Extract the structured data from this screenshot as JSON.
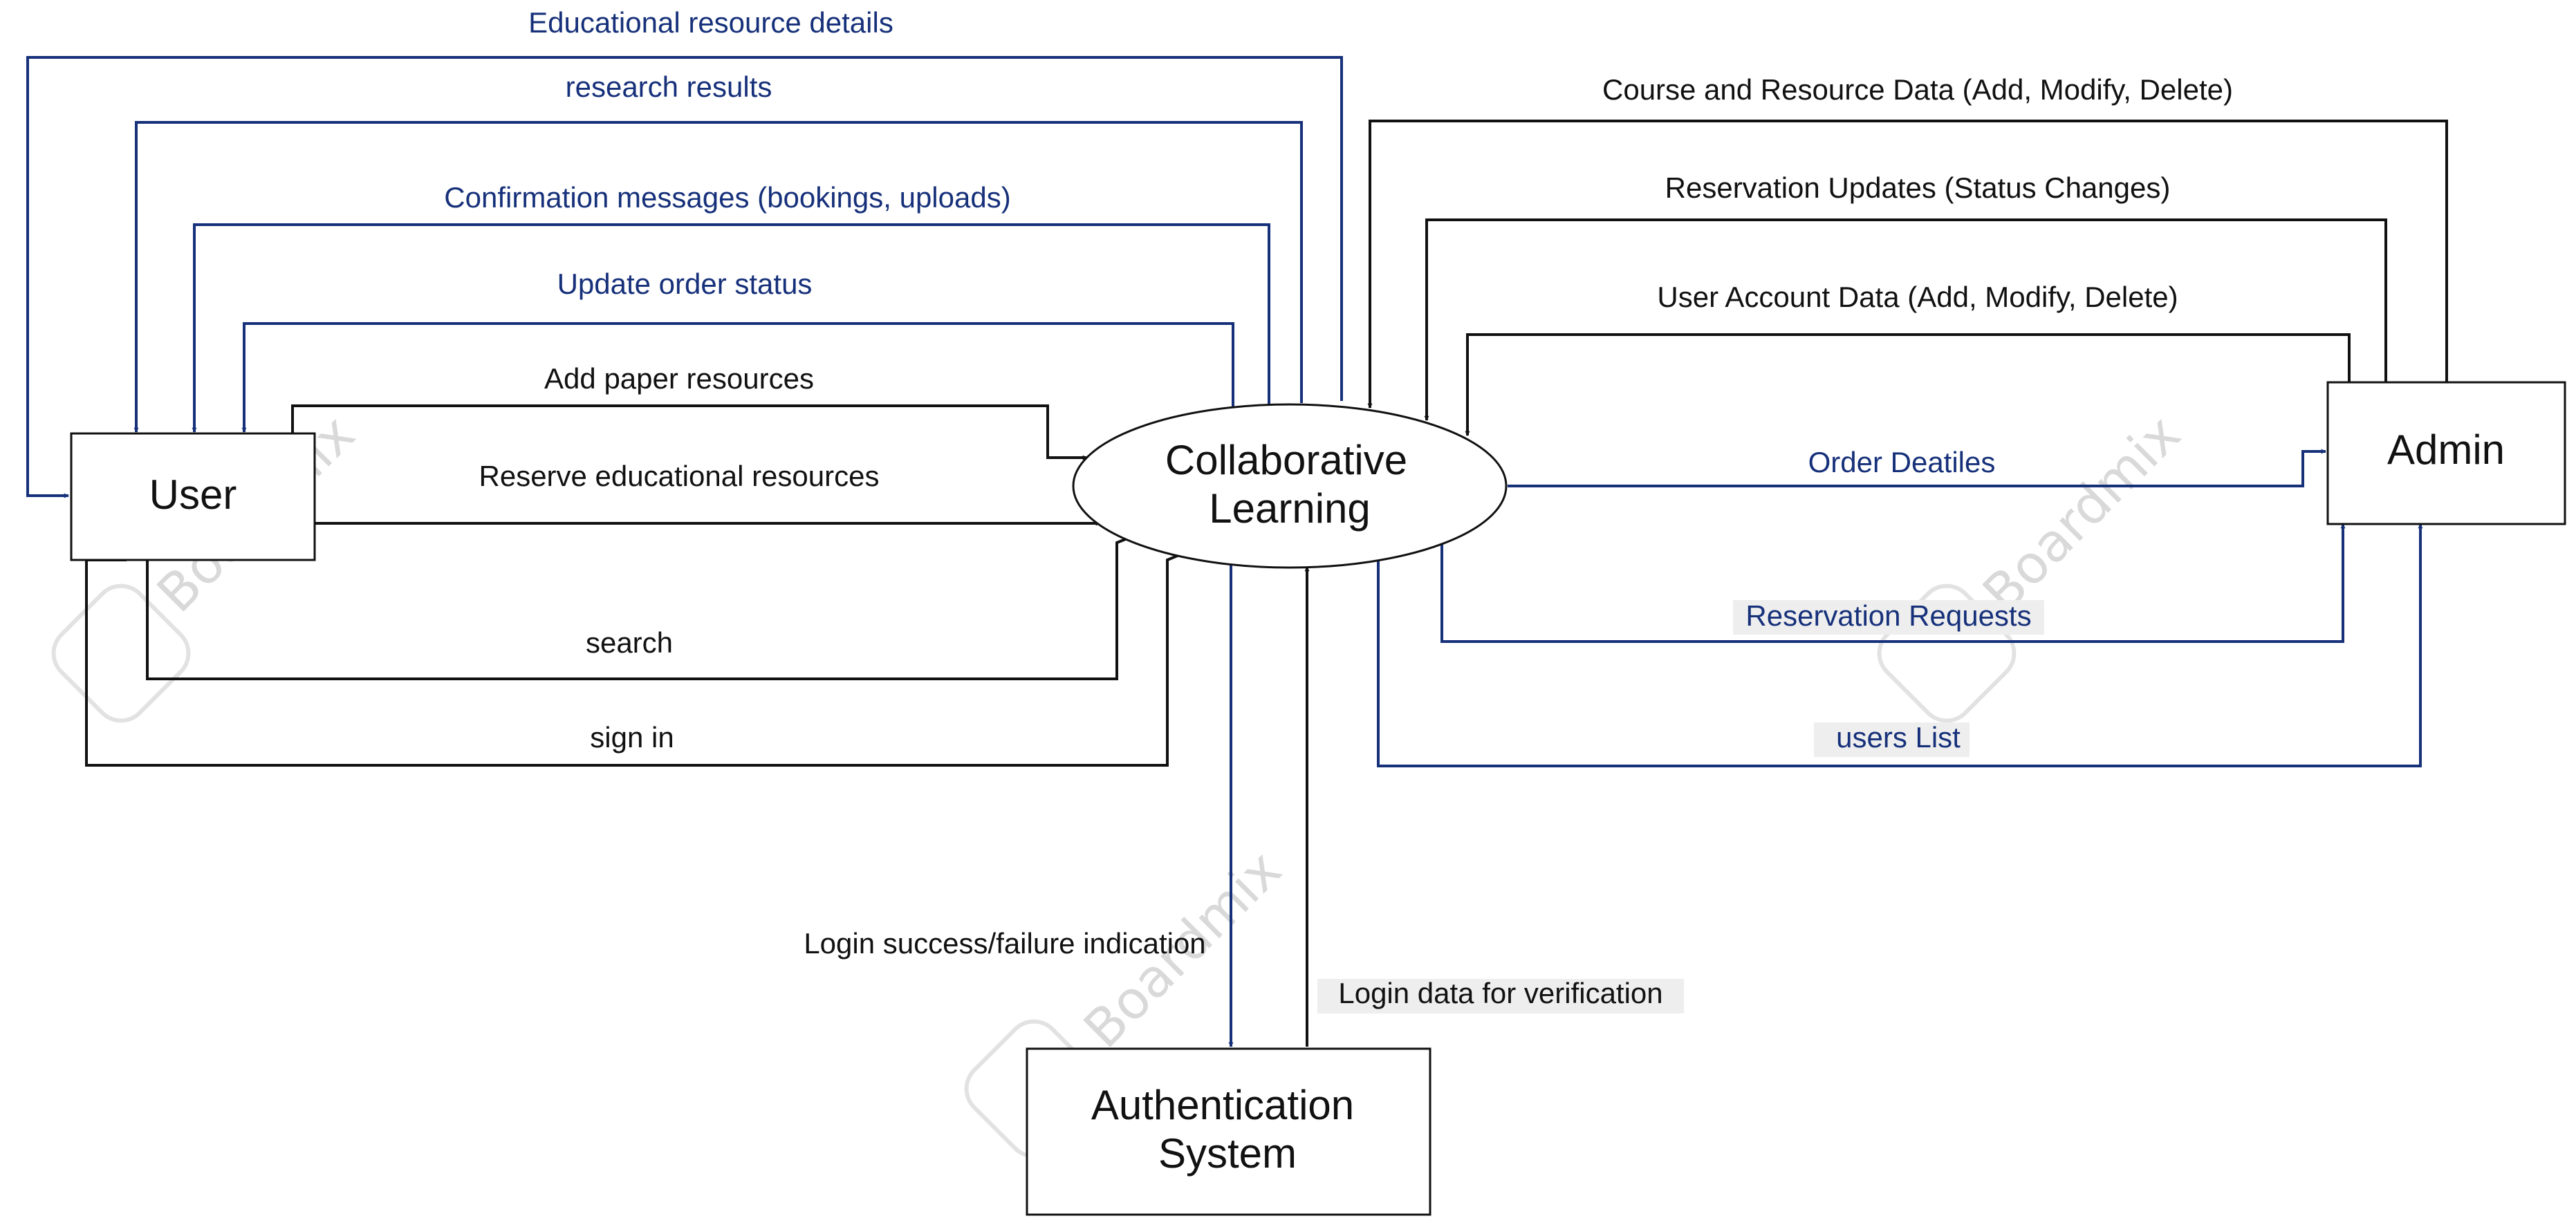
{
  "nodes": {
    "user": "User",
    "process": [
      "Collaborative",
      "Learning"
    ],
    "admin": "Admin",
    "auth": [
      "Authentication",
      "System"
    ]
  },
  "flows": {
    "educational_resource_details": "Educational resource details",
    "research_results": "research results",
    "confirmation_messages": "Confirmation messages (bookings, uploads)",
    "update_order_status": "Update order status",
    "add_paper_resources": "Add paper resources",
    "reserve_educational_resources": "Reserve educational resources",
    "search": "search",
    "sign_in": "sign in",
    "course_resource_data": "Course and Resource Data (Add, Modify, Delete)",
    "reservation_updates": "Reservation Updates (Status Changes)",
    "user_account_data": "User Account Data (Add, Modify, Delete)",
    "order_details": "Order Deatiles",
    "reservation_requests": "Reservation Requests",
    "users_list": "users List",
    "login_result": "Login success/failure indication",
    "login_data": "Login data for verification"
  },
  "watermark": "Boardmix",
  "colors": {
    "blue_flow": "#16307a",
    "black_flow": "#111111",
    "label_highlight": "#eeeeee",
    "watermark": "#d9d9d9"
  }
}
